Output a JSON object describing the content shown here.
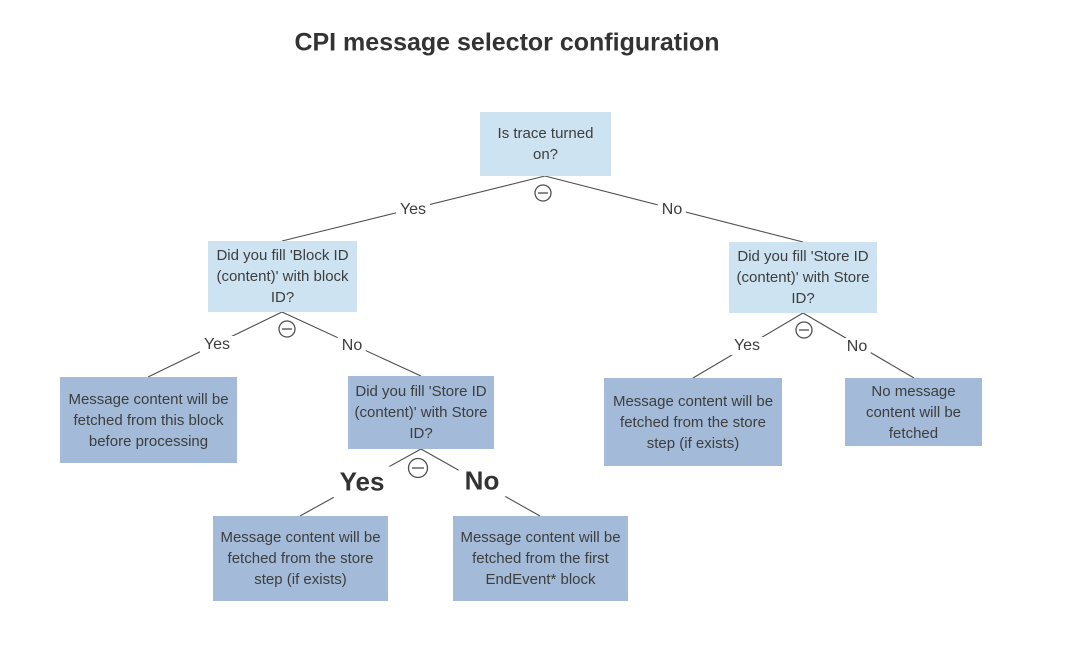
{
  "title": "CPI message selector configuration",
  "colors": {
    "question_fill": "#cee3f2",
    "result_fill": "#a3bbd8",
    "line": "#4f4f4f",
    "text": "#3d3d3d",
    "title_text": "#333333"
  },
  "icons": {
    "collapse": "minus-in-circle"
  },
  "nodes": {
    "root": {
      "label": "Is trace turned on?",
      "type": "question"
    },
    "block_id": {
      "label": "Did you fill 'Block ID (content)' with block ID?",
      "type": "question"
    },
    "block_yes_result": {
      "label": "Message content will be fetched from this block before processing",
      "type": "result"
    },
    "store_id_mid": {
      "label": "Did you fill 'Store ID (content)' with Store ID?",
      "type": "question-highlighted"
    },
    "store_yes_result": {
      "label": "Message content will be fetched from the store step (if exists)",
      "type": "result"
    },
    "store_no_result": {
      "label": "Message content will be fetched from the first EndEvent* block",
      "type": "result"
    },
    "store_id_right": {
      "label": "Did you fill 'Store ID (content)' with Store ID?",
      "type": "question"
    },
    "right_yes_result": {
      "label": "Message content will be fetched from the store step (if exists)",
      "type": "result"
    },
    "right_no_result": {
      "label": "No message content will be fetched",
      "type": "result"
    }
  },
  "edge_labels": {
    "root_yes": "Yes",
    "root_no": "No",
    "block_yes": "Yes",
    "block_no": "No",
    "mid_yes": "Yes",
    "mid_no": "No",
    "right_yes": "Yes",
    "right_no": "No"
  }
}
